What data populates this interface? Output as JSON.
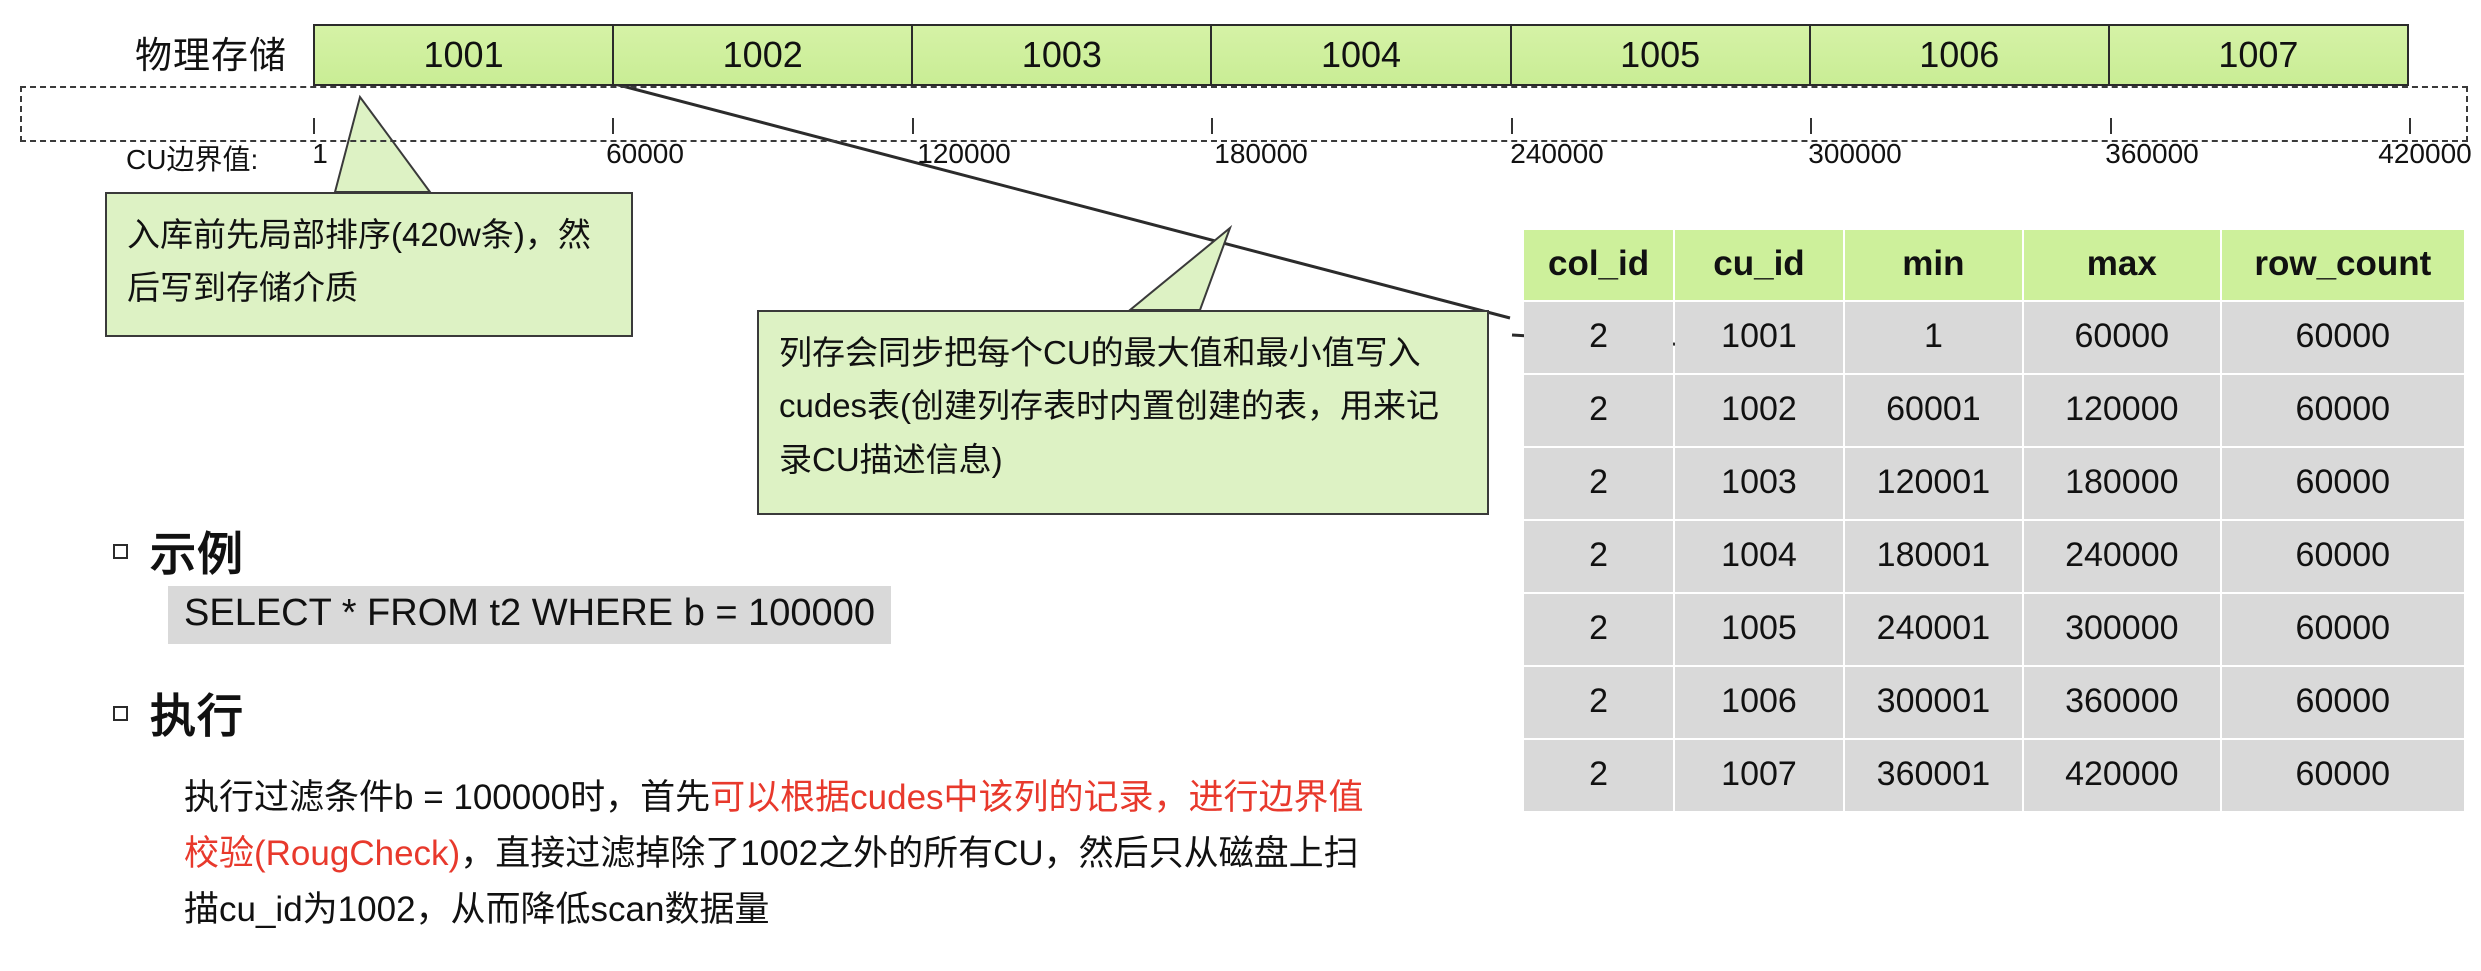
{
  "storage": {
    "label": "物理存储",
    "cu_blocks": [
      "1001",
      "1002",
      "1003",
      "1004",
      "1005",
      "1006",
      "1007"
    ]
  },
  "boundary": {
    "label": "CU边界值:",
    "values": [
      "1",
      "60000",
      "120000",
      "180000",
      "240000",
      "300000",
      "360000",
      "420000"
    ]
  },
  "callouts": {
    "sort": "入库前先局部排序(420w条)，然后写到存储介质",
    "cudes": "列存会同步把每个CU的最大值和最小值写入cudes表(创建列存表时内置创建的表，用来记录CU描述信息)"
  },
  "content": {
    "example_title": "示例",
    "sql": "SELECT * FROM t2 WHERE b = 100000",
    "exec_title": "执行",
    "exec_paragraph": {
      "part1_black": "执行过滤条件b = 100000时，首先",
      "part2_red": "可以根据cudes中该列的记录，进行边界值校验(RougCheck)",
      "part3_black": "，直接过滤掉除了1002之外的所有CU，然后只从磁盘上扫描cu_id为1002，从而降低scan数据量"
    }
  },
  "cudes_table": {
    "headers": [
      "col_id",
      "cu_id",
      "min",
      "max",
      "row_count"
    ],
    "rows": [
      [
        "2",
        "1001",
        "1",
        "60000",
        "60000"
      ],
      [
        "2",
        "1002",
        "60001",
        "120000",
        "60000"
      ],
      [
        "2",
        "1003",
        "120001",
        "180000",
        "60000"
      ],
      [
        "2",
        "1004",
        "180001",
        "240000",
        "60000"
      ],
      [
        "2",
        "1005",
        "240001",
        "300000",
        "60000"
      ],
      [
        "2",
        "1006",
        "300001",
        "360000",
        "60000"
      ],
      [
        "2",
        "1007",
        "360001",
        "420000",
        "60000"
      ]
    ]
  },
  "colors": {
    "cu_block_green": "#cdf09b",
    "callout_green": "#ddf2c4",
    "table_header_green": "#cdf09b",
    "table_cell_gray": "#d9d9d9",
    "code_gray": "#d9d9d9",
    "highlight_red": "#e8392c"
  }
}
